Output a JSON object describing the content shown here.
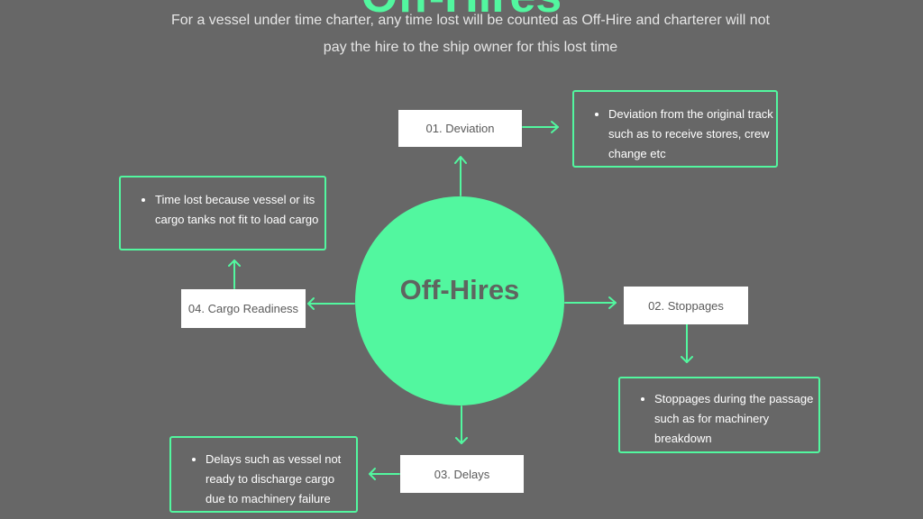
{
  "title": "Off-Hires",
  "subtitle": "For a vessel under time charter, any time lost will be counted as Off-Hire and charterer will not pay the hire to the ship owner for this lost time",
  "hub": {
    "label": "Off-Hires"
  },
  "branches": [
    {
      "label": "01. Deviation",
      "detail": "Deviation from the original track such as to receive stores, crew change etc"
    },
    {
      "label": "02. Stoppages",
      "detail": "Stoppages during the passage such as for machinery breakdown"
    },
    {
      "label": "03. Delays",
      "detail": "Delays such as  vessel not ready to discharge cargo due to machinery failure"
    },
    {
      "label": "04. Cargo Readiness",
      "detail": "Time lost because vessel or its cargo tanks not fit to load cargo"
    }
  ],
  "colors": {
    "background": "#676767",
    "accent": "#52f79f",
    "hub_text": "#5f6560",
    "box_fill": "#ffffff",
    "box_text": "#5a5a5a",
    "detail_text": "#ffffff"
  }
}
